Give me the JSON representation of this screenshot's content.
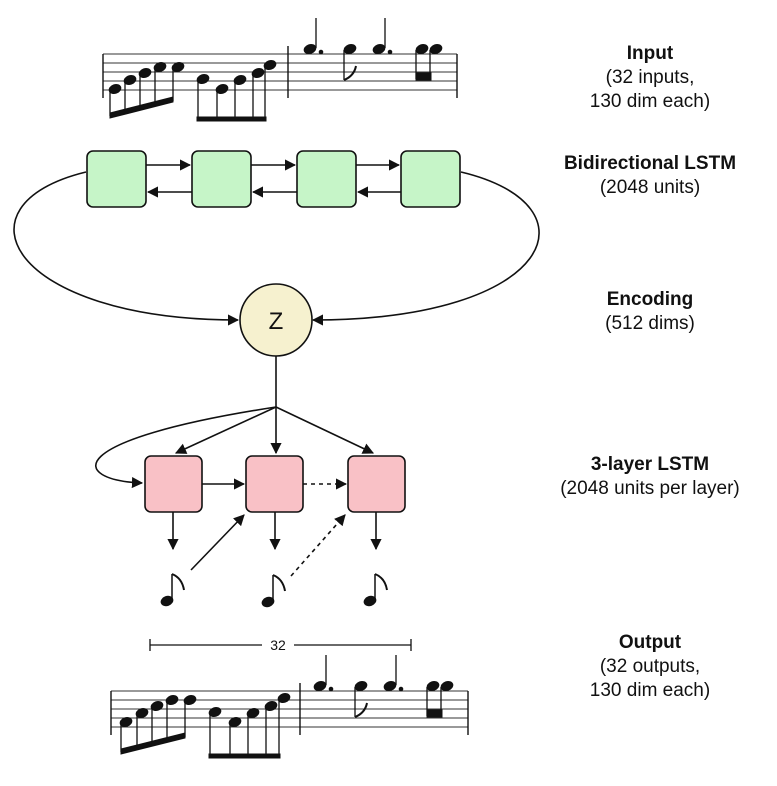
{
  "labels": {
    "input": {
      "title": "Input",
      "line1": "(32 inputs,",
      "line2": "130 dim each)"
    },
    "encoder": {
      "title": "Bidirectional LSTM",
      "line1": "(2048 units)"
    },
    "encoding": {
      "title": "Encoding",
      "line1": "(512 dims)"
    },
    "decoder": {
      "title": "3-layer LSTM",
      "line1": "(2048 units per layer)"
    },
    "output": {
      "title": "Output",
      "line1": "(32 outputs,",
      "line2": "130 dim each)"
    }
  },
  "latent": {
    "symbol": "Z"
  },
  "sequence_length": {
    "label": "32"
  },
  "colors": {
    "encoder_cell": "#c6f5c8",
    "decoder_cell": "#f9c1c6",
    "latent_node": "#f6f1cf",
    "stroke": "#111111"
  }
}
